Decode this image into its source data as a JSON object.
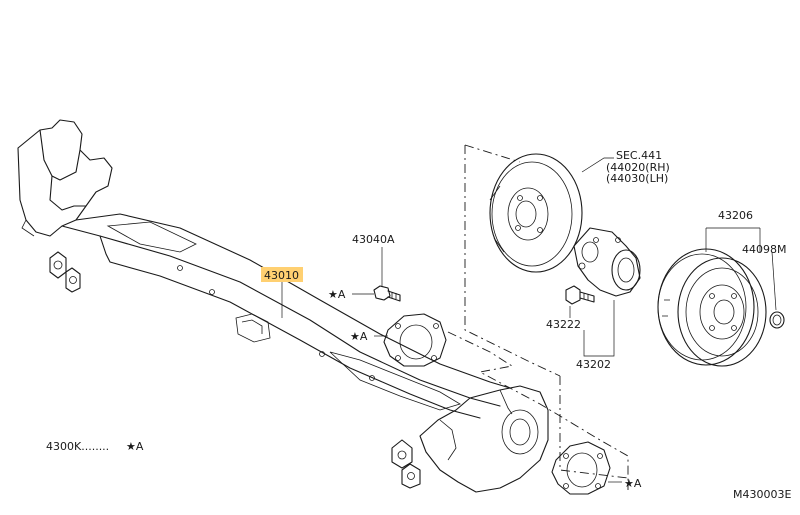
{
  "parts": {
    "axle_beam": "43010",
    "bolt": "43040A",
    "brake_drum_sec": "SEC.441",
    "brake_drum_rh": "(44020(RH)",
    "brake_drum_lh": "(44030(LH)",
    "drum": "43206",
    "cap": "44098M",
    "hub_bolt": "43222",
    "hub_bearing": "43202",
    "kit": "4300K........",
    "figure_id": "M430003E"
  },
  "markers": {
    "star_a": "★A",
    "a": "A"
  },
  "colors": {
    "highlight": "#ffd071",
    "line": "#1a1a1a"
  }
}
